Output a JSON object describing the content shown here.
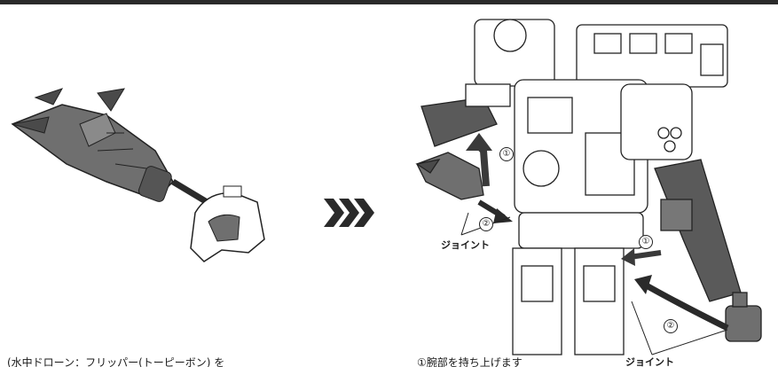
{
  "instruction": {
    "left_caption": "(水中ドローン：フリッパー(トーピーボン) を",
    "right_caption": "①腕部を持ち上げます",
    "joint_label_1": "ジョイント",
    "joint_label_2": "ジョイント",
    "step_marker_1a": "①",
    "step_marker_2a": "②",
    "step_marker_1b": "①",
    "step_marker_2b": "②"
  },
  "colors": {
    "ink": "#222222",
    "part_gray": "#6f6f6f",
    "part_dark": "#4a4a4a",
    "arrow": "#3a3a3a",
    "top_bar": "#2a2a2a"
  },
  "icons": {
    "next_step": "triple-chevron-right-icon",
    "drone": "torpedo-drone-icon",
    "robot": "mech-robot-icon"
  }
}
